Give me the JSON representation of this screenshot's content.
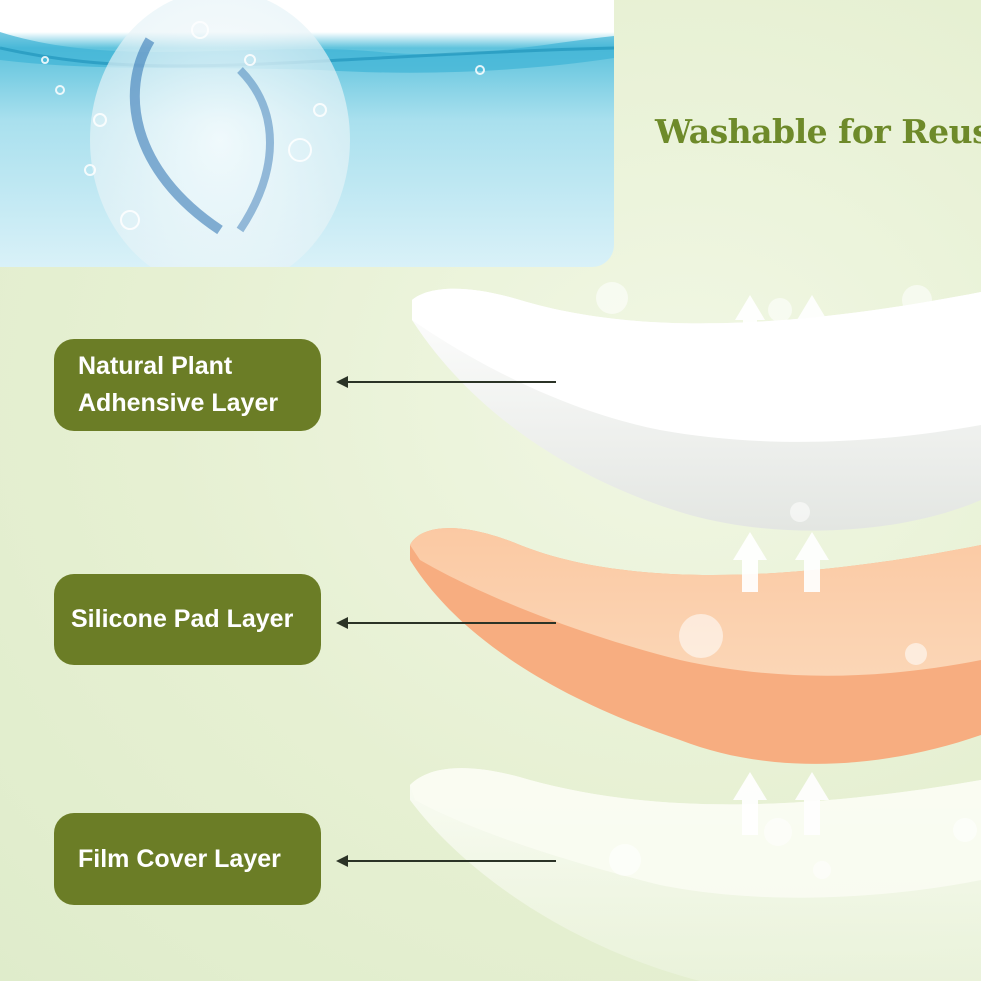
{
  "headline": "Washable for Reuse",
  "layers": [
    {
      "label": "Natural Plant\nAdhensive Layer",
      "icon": "white-pad-layer"
    },
    {
      "label": "Silicone Pad Layer",
      "icon": "orange-pad-layer"
    },
    {
      "label": "Film Cover Layer",
      "icon": "translucent-pad-layer"
    }
  ],
  "colors": {
    "background": "#e9f2d6",
    "label_bg": "#6b7d26",
    "headline": "#6e8a2a",
    "silicone": "#f7a979",
    "water": "#6cc8e0"
  }
}
